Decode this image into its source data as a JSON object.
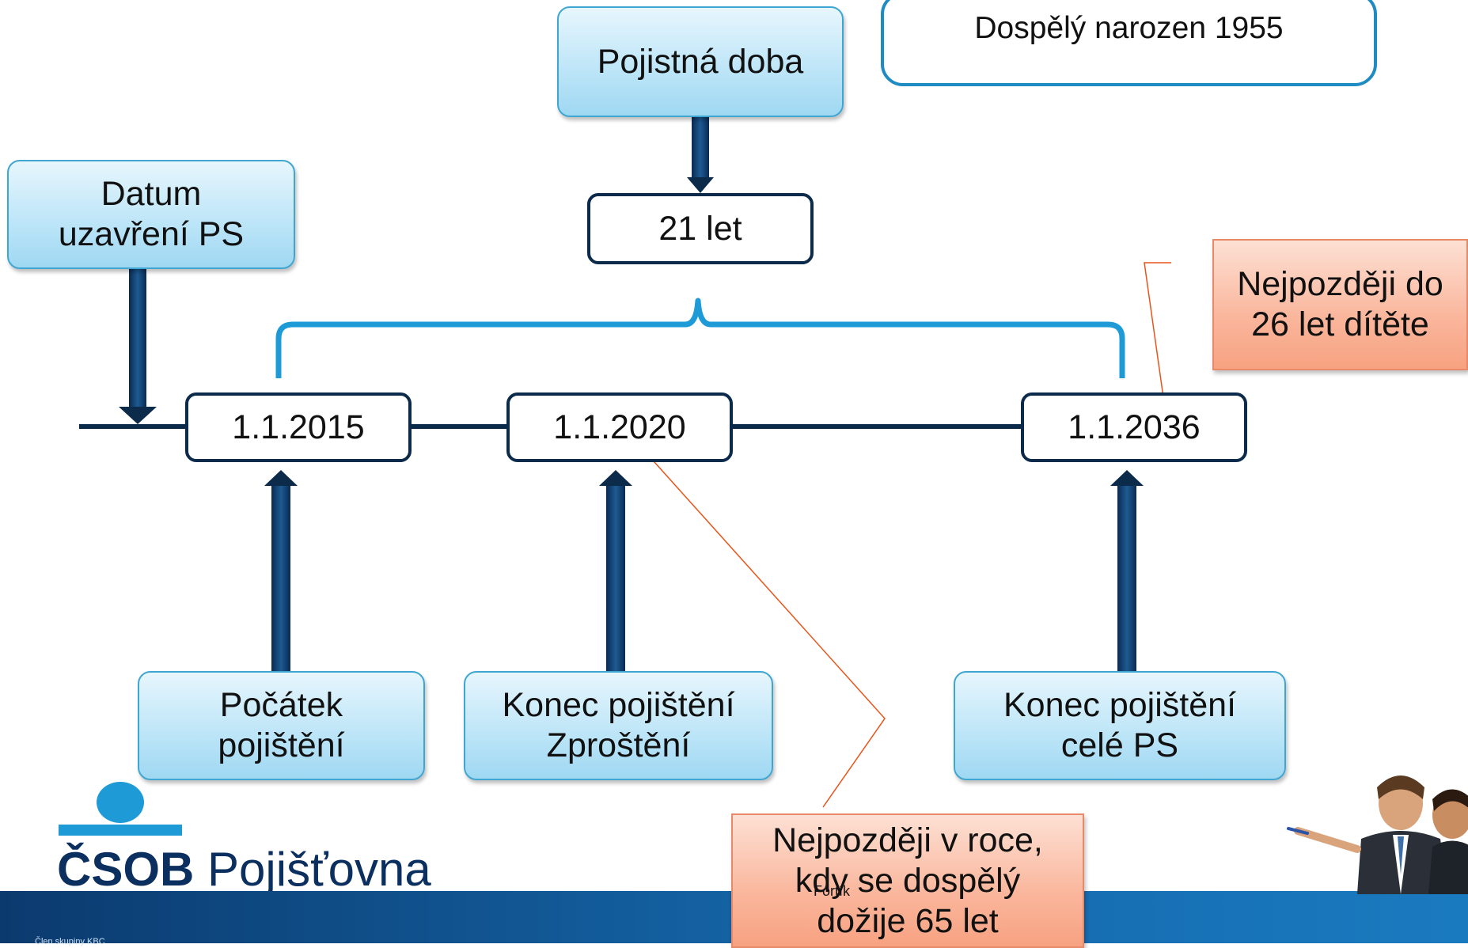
{
  "top_callout": "Dospělý narozen 1955",
  "boxes": {
    "pojistna_doba": "Pojistná doba",
    "duration": "21 let",
    "datum_uzavreni": "Datum\nuzavření PS",
    "date_2015": "1.1.2015",
    "date_2020": "1.1.2020",
    "date_2036": "1.1.2036",
    "pocatek": "Počátek\npojištění",
    "konec_zprosteni": "Konec pojištění\nZproštění",
    "konec_cele": "Konec pojištění\ncelé PS",
    "nejpozdeji_26": "Nejpozději do\n26 let dítěte",
    "nejpozdeji_65": "Nejpozději v roce,\nkdy se dospělý\ndožije 65 let"
  },
  "footer": {
    "label": "Fortík",
    "member_text": "Člen skupiny KBC"
  },
  "logo": {
    "brand": "ČSOB",
    "name": "Pojišťovna"
  },
  "colors": {
    "navy": "#0c2a4a",
    "accent_blue": "#1e8bc3",
    "orange_line": "#e8541a",
    "orange_box": "#fab69c"
  }
}
